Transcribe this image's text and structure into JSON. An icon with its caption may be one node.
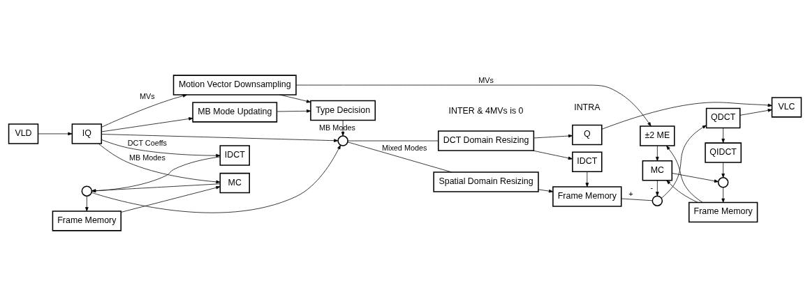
{
  "diagram": {
    "nodes": [
      {
        "text": [
          "VLD"
        ]
      },
      {
        "text": [
          "IQ"
        ]
      },
      {
        "text": [
          "Motion Vector Downsampling"
        ]
      },
      {
        "text": [
          "MB Mode Updating"
        ]
      },
      {
        "text": [
          "Type Decision"
        ]
      },
      {
        "text": [
          "IDCT"
        ]
      },
      {
        "text": [],
        "shape": "circle"
      },
      {
        "text": [
          "MC"
        ]
      },
      {
        "text": [
          "Frame Memory"
        ]
      },
      {
        "text": [],
        "shape": "circle"
      },
      {
        "text": [
          "Spatial Domain Resizing"
        ]
      },
      {
        "text": [
          "DCT Domain Resizing"
        ]
      },
      {
        "text": [
          "Frame Memory"
        ]
      },
      {
        "text": [
          "IDCT"
        ]
      },
      {
        "text": [
          "Q"
        ]
      },
      {
        "text": [],
        "shape": "circle"
      },
      {
        "text": [
          "±2 ME"
        ]
      },
      {
        "text": [
          "MC"
        ]
      },
      {
        "text": [
          "Frame Memory"
        ]
      },
      {
        "text": [],
        "shape": "circle"
      },
      {
        "text": [
          "QIDCT"
        ]
      },
      {
        "text": [
          "QDCT"
        ]
      },
      {
        "text": [
          "VLC"
        ]
      }
    ],
    "edges": [
      {
        "from": 0,
        "to": 1,
        "arrow": "to"
      },
      {
        "from": 1,
        "to": 2,
        "arrow": "to",
        "label": "MVs"
      },
      {
        "from": 1,
        "to": 3,
        "arrow": "to"
      },
      {
        "from": 1,
        "to": 5,
        "arrow": "to",
        "label": "DCT Coeffs"
      },
      {
        "from": 1,
        "to": 9,
        "arrow": "to"
      },
      {
        "from": 1,
        "to": 7,
        "arrow": "to",
        "label": "MB Modes"
      },
      {
        "from": 2,
        "to": 16,
        "arrow": "to",
        "label": "MVs"
      },
      {
        "from": 2,
        "to": 4,
        "arrow": "to"
      },
      {
        "from": 3,
        "to": 4,
        "arrow": "to"
      },
      {
        "from": 4,
        "to": 9,
        "arrow": "to",
        "label": "MB Modes"
      },
      {
        "from": 5,
        "to": 6,
        "arrow": "to"
      },
      {
        "from": 7,
        "to": 6,
        "arrow": "to"
      },
      {
        "from": 6,
        "to": 9,
        "arrow": "to"
      },
      {
        "from": 6,
        "to": 8,
        "arrow": "to"
      },
      {
        "from": 8,
        "to": 7,
        "arrow": "to"
      },
      {
        "from": 9,
        "to": 10,
        "arrow": "none",
        "label": "Mixed Modes"
      },
      {
        "from": 9,
        "to": 11,
        "arrow": "none"
      },
      {
        "from": 10,
        "to": 12,
        "arrow": "to"
      },
      {
        "from": 11,
        "to": 13,
        "arrow": "to"
      },
      {
        "from": 11,
        "to": 14,
        "arrow": "to"
      },
      {
        "from": 13,
        "to": 12,
        "arrow": "to"
      },
      {
        "from": 12,
        "to": 15,
        "arrow": "none",
        "label": "+"
      },
      {
        "from": 17,
        "to": 15,
        "arrow": "to",
        "label": "-"
      },
      {
        "from": 17,
        "to": 19,
        "arrow": "to"
      },
      {
        "from": 16,
        "to": 17,
        "arrow": "to"
      },
      {
        "from": 18,
        "to": 17,
        "arrow": "to"
      },
      {
        "from": 18,
        "to": 16,
        "arrow": "to"
      },
      {
        "from": 19,
        "to": 18,
        "arrow": "to"
      },
      {
        "from": 20,
        "to": 19,
        "arrow": "to"
      },
      {
        "from": 21,
        "to": 20,
        "arrow": "to"
      },
      {
        "from": 15,
        "to": 21,
        "arrow": "to"
      },
      {
        "from": 21,
        "to": 22,
        "arrow": "to"
      },
      {
        "from": 14,
        "to": 22,
        "arrow": "to"
      }
    ],
    "labels": [
      "INTER & 4MVs is 0",
      "INTRA"
    ]
  }
}
